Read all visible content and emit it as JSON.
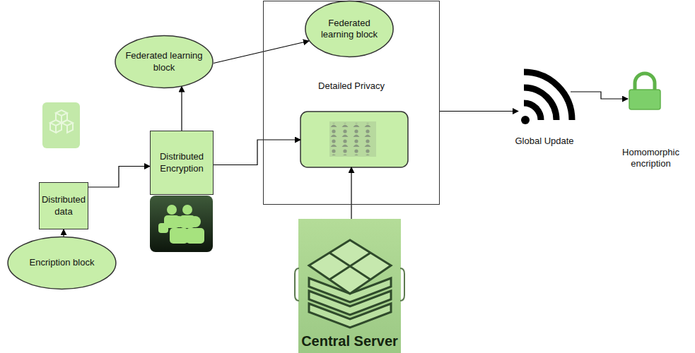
{
  "diagram": {
    "nodes": [
      {
        "text": [
          "Federated learning block"
        ]
      },
      {
        "text": [
          "Detailed Privacy"
        ]
      },
      {
        "text": [
          "Federated learning block"
        ],
        "in": 1
      },
      {
        "text": [
          "Distributed Encryption"
        ]
      },
      {
        "text": [
          "Distributed data"
        ]
      },
      {
        "text": [
          "Encription block"
        ]
      },
      {
        "text": [
          "Central Server"
        ]
      },
      {
        "text": [
          "Global Update"
        ]
      },
      {
        "text": [
          "Homomorphic encription"
        ]
      }
    ],
    "edges": [
      {
        "from": 5,
        "to": 4,
        "arrow": "to"
      },
      {
        "from": 4,
        "to": 3,
        "arrow": "to"
      },
      {
        "from": 3,
        "to": 0,
        "arrow": "to"
      },
      {
        "from": 0,
        "to": 2,
        "arrow": "to"
      },
      {
        "from": 3,
        "to": 1,
        "arrow": "to"
      },
      {
        "from": 6,
        "to": 1,
        "arrow": "to"
      },
      {
        "from": 1,
        "to": 7,
        "arrow": "to"
      },
      {
        "from": 7,
        "to": 8,
        "arrow": "to"
      }
    ]
  }
}
